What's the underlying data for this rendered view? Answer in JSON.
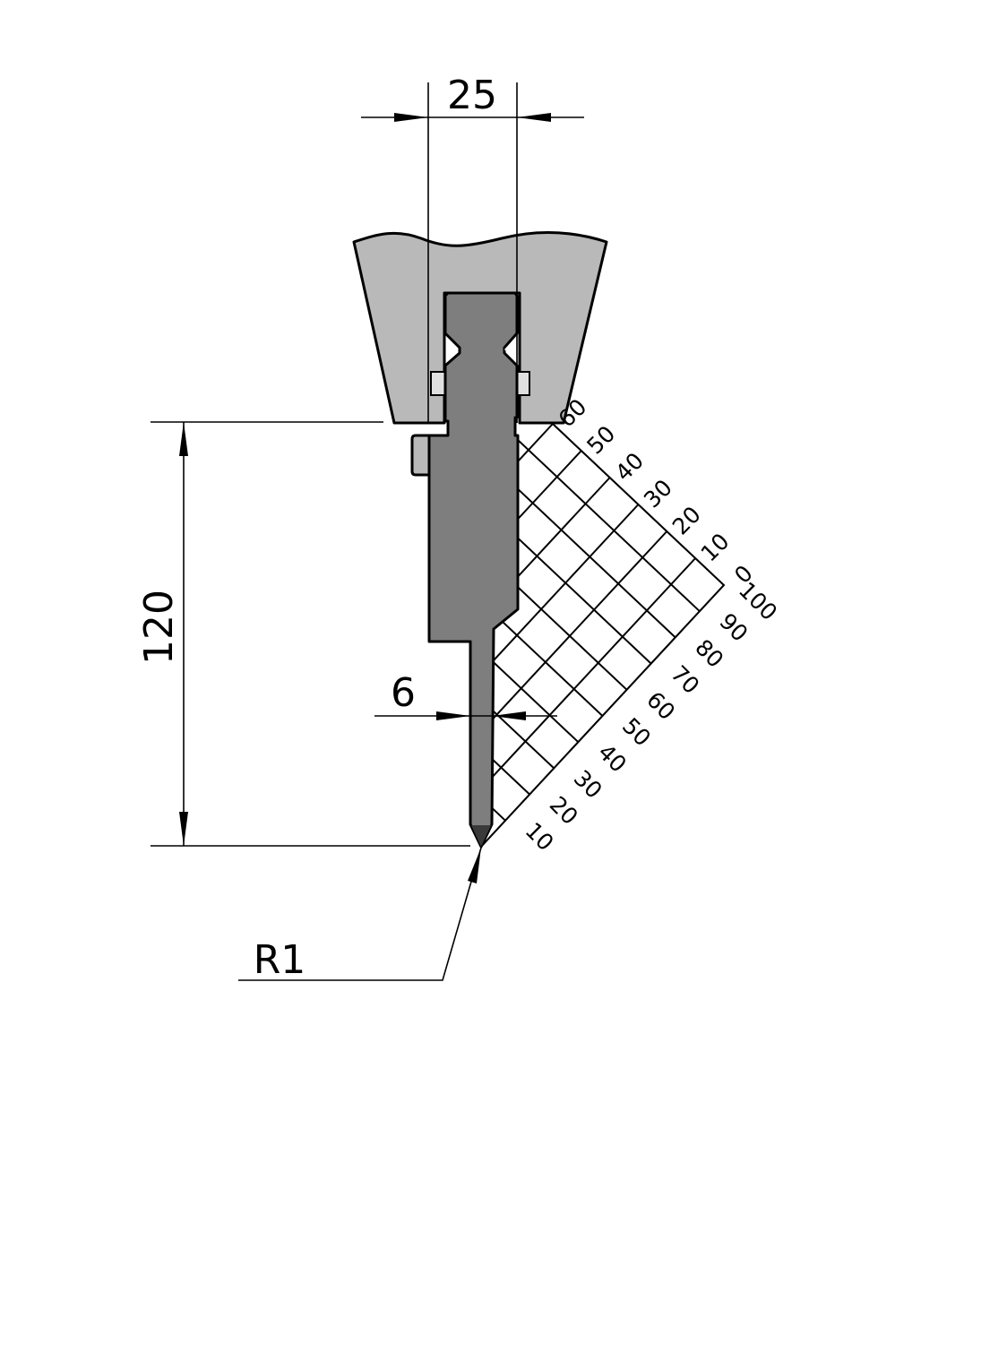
{
  "dimensions": {
    "width_top": "25",
    "height": "120",
    "blade_width": "6",
    "tip_radius": "R1"
  },
  "scale": {
    "upper_labels": [
      "60",
      "50",
      "40",
      "30",
      "20",
      "10",
      "0"
    ],
    "lower_labels": [
      "100",
      "90",
      "80",
      "70",
      "60",
      "50",
      "40",
      "30",
      "20",
      "10"
    ]
  },
  "colors": {
    "holder": "#b9b9b9",
    "punch": "#7e7e7e",
    "tip": "#3a3a3a"
  }
}
